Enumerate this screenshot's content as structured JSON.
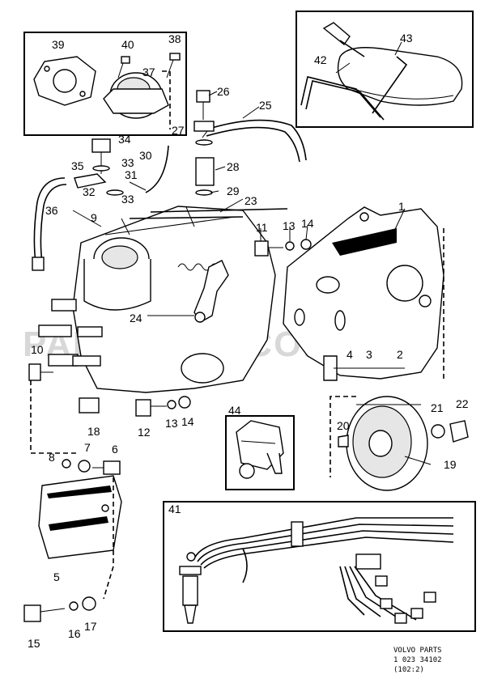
{
  "callouts": [
    {
      "id": "c1",
      "text": "1"
    },
    {
      "id": "c2",
      "text": "2"
    },
    {
      "id": "c3",
      "text": "3"
    },
    {
      "id": "c4",
      "text": "4"
    },
    {
      "id": "c5",
      "text": "5"
    },
    {
      "id": "c6",
      "text": "6"
    },
    {
      "id": "c7",
      "text": "7"
    },
    {
      "id": "c8",
      "text": "8"
    },
    {
      "id": "c9",
      "text": "9"
    },
    {
      "id": "c10",
      "text": "10"
    },
    {
      "id": "c11",
      "text": "11"
    },
    {
      "id": "c12",
      "text": "12"
    },
    {
      "id": "c13a",
      "text": "13"
    },
    {
      "id": "c13b",
      "text": "13"
    },
    {
      "id": "c14a",
      "text": "14"
    },
    {
      "id": "c14b",
      "text": "14"
    },
    {
      "id": "c15",
      "text": "15"
    },
    {
      "id": "c16",
      "text": "16"
    },
    {
      "id": "c17",
      "text": "17"
    },
    {
      "id": "c18",
      "text": "18"
    },
    {
      "id": "c19",
      "text": "19"
    },
    {
      "id": "c20",
      "text": "20"
    },
    {
      "id": "c21",
      "text": "21"
    },
    {
      "id": "c22",
      "text": "22"
    },
    {
      "id": "c23",
      "text": "23"
    },
    {
      "id": "c24",
      "text": "24"
    },
    {
      "id": "c25",
      "text": "25"
    },
    {
      "id": "c26",
      "text": "26"
    },
    {
      "id": "c27",
      "text": "27"
    },
    {
      "id": "c28",
      "text": "28"
    },
    {
      "id": "c29",
      "text": "29"
    },
    {
      "id": "c30",
      "text": "30"
    },
    {
      "id": "c31",
      "text": "31"
    },
    {
      "id": "c32",
      "text": "32"
    },
    {
      "id": "c33a",
      "text": "33"
    },
    {
      "id": "c33b",
      "text": "33"
    },
    {
      "id": "c34",
      "text": "34"
    },
    {
      "id": "c35",
      "text": "35"
    },
    {
      "id": "c36",
      "text": "36"
    },
    {
      "id": "c37",
      "text": "37"
    },
    {
      "id": "c38",
      "text": "38"
    },
    {
      "id": "c39",
      "text": "39"
    },
    {
      "id": "c40",
      "text": "40"
    },
    {
      "id": "c41",
      "text": "41"
    },
    {
      "id": "c42",
      "text": "42"
    },
    {
      "id": "c43",
      "text": "43"
    },
    {
      "id": "c44",
      "text": "44"
    }
  ],
  "reference": {
    "line1": "VOLVO PARTS",
    "line2": "1  023  34102",
    "line3": "(102:2)"
  },
  "watermark": "PARTSOUQ.COM"
}
